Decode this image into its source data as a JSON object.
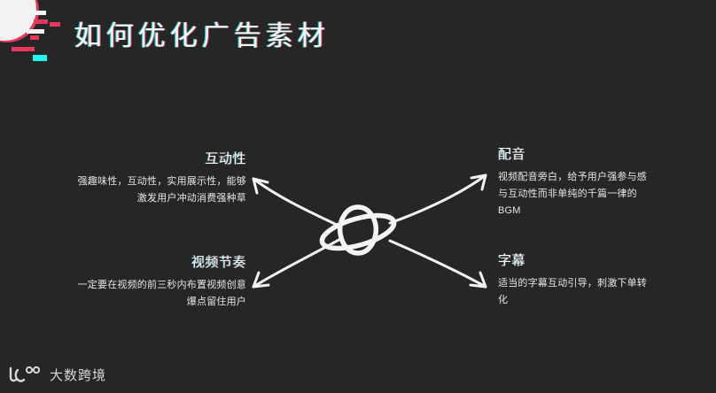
{
  "slide": {
    "background_color": "#262626",
    "title": "如何优化广告素材",
    "title_color": "#f7f7f7",
    "glitch_colors": {
      "cyan": "#25f4ee",
      "red": "#e8365d",
      "white": "#f2f2f2"
    },
    "center_icon": "orbit-icon"
  },
  "blocks": [
    {
      "id": "interactivity",
      "heading": "互动性",
      "body": "强趣味性，互动性，实用展示性，能够激发用户冲动消费强种草",
      "align": "right",
      "position": "top-left"
    },
    {
      "id": "rhythm",
      "heading": "视频节奏",
      "body": "一定要在视频的前三秒内布置视频创意爆点留住用户",
      "align": "right",
      "position": "bottom-left"
    },
    {
      "id": "dubbing",
      "heading": "配音",
      "body": "视频配音旁白，给予用户强参与感与互动性而非单纯的千篇一律的BGM",
      "align": "left",
      "position": "top-right"
    },
    {
      "id": "subtitle",
      "heading": "字幕",
      "body": "适当的字幕互动引导，刺激下单转化",
      "align": "left",
      "position": "bottom-right"
    }
  ],
  "arrows": [
    {
      "id": "arrow-top-left",
      "direction": "up-left"
    },
    {
      "id": "arrow-bottom-left",
      "direction": "down-left"
    },
    {
      "id": "arrow-top-right",
      "direction": "up-right"
    },
    {
      "id": "arrow-bottom-right",
      "direction": "down-right"
    }
  ],
  "logo": {
    "mark": "dashu-logo-icon",
    "text": "大数跨境",
    "color": "#d8d8d8"
  }
}
